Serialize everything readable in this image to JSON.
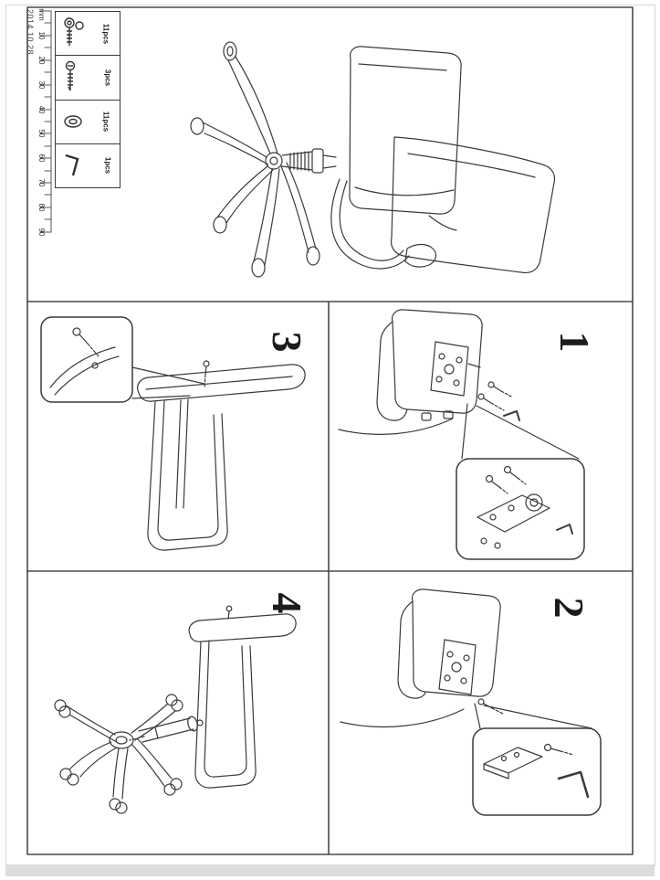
{
  "page": {
    "date": "2014.10.28"
  },
  "ruler": {
    "unit": "mm",
    "ticks": [
      "10",
      "20",
      "30",
      "40",
      "50",
      "60",
      "70",
      "80",
      "90"
    ]
  },
  "parts_list": {
    "items": [
      {
        "icon": "bolt-icon",
        "qty": "11pcs"
      },
      {
        "icon": "screw-icon",
        "qty": "3pcs"
      },
      {
        "icon": "washer-icon",
        "qty": "11pcs"
      },
      {
        "icon": "allen-key-icon",
        "qty": "1pcs"
      }
    ]
  },
  "steps": [
    {
      "number": "1"
    },
    {
      "number": "2"
    },
    {
      "number": "3"
    },
    {
      "number": "4"
    }
  ]
}
